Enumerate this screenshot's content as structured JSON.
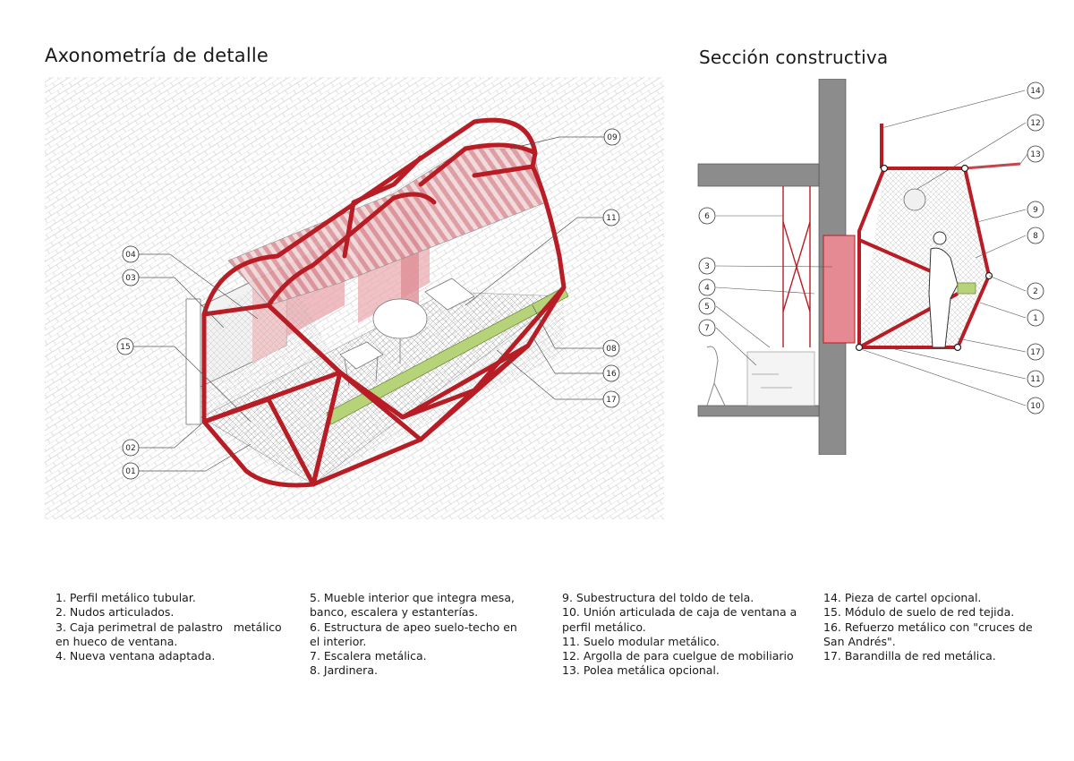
{
  "titles": {
    "axonometry": "Axonometría de detalle",
    "section": "Sección constructiva"
  },
  "axo_callouts": [
    "09",
    "11",
    "04",
    "03",
    "15",
    "08",
    "16",
    "17",
    "02",
    "01"
  ],
  "section_callouts": [
    "14",
    "12",
    "13",
    "6",
    "9",
    "8",
    "3",
    "4",
    "2",
    "5",
    "7",
    "1",
    "17",
    "11",
    "10"
  ],
  "colors": {
    "frame_red": "#b81c24",
    "glass_pink": "#e8a3a8",
    "wall_grey": "#8c8c8c",
    "hatch": "#cfcfcf"
  },
  "legend": {
    "col1": [
      "1. Perfil metálico tubular.",
      "2. Nudos articulados.",
      "3. Caja perimetral de palastro   metálico en hueco de ventana.",
      "4. Nueva ventana adaptada."
    ],
    "col2": [
      "5. Mueble interior que integra mesa, banco, escalera y estanterías.",
      "6. Estructura de apeo suelo-techo en el interior.",
      "7. Escalera metálica.",
      "8. Jardinera."
    ],
    "col3": [
      "9. Subestructura del toldo de tela.",
      "10. Unión articulada de caja de ventana a perfil metálico.",
      "11. Suelo modular metálico.",
      "12. Argolla de para cuelgue de mobiliario",
      "13. Polea metálica opcional."
    ],
    "col4": [
      "14. Pieza de cartel opcional.",
      "15. Módulo de suelo de red tejida.",
      "16. Refuerzo metálico con \"cruces de San Andrés\".",
      "17. Barandilla de red metálica."
    ]
  }
}
